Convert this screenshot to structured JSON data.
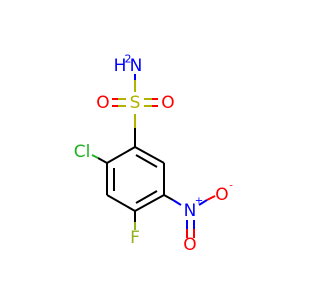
{
  "molecule": {
    "atoms": {
      "amine_N": {
        "label": "N",
        "h_label": "H",
        "h2_label": "2"
      },
      "sulfur": {
        "label": "S"
      },
      "sulfonyl_O_left": {
        "label": "O"
      },
      "sulfonyl_O_right": {
        "label": "O"
      },
      "chlorine": {
        "label": "Cl"
      },
      "fluorine": {
        "label": "F"
      },
      "nitro_N": {
        "label": "N",
        "charge": "+"
      },
      "nitro_O_right": {
        "label": "O",
        "charge": "-"
      },
      "nitro_O_down": {
        "label": "O"
      }
    },
    "colors": {
      "carbon_bond": "#000000",
      "nitrogen": "#0000ff",
      "oxygen": "#ff0000",
      "sulfur": "#b2b200",
      "chlorine": "#1fb21f",
      "fluorine": "#8fb21f"
    }
  }
}
